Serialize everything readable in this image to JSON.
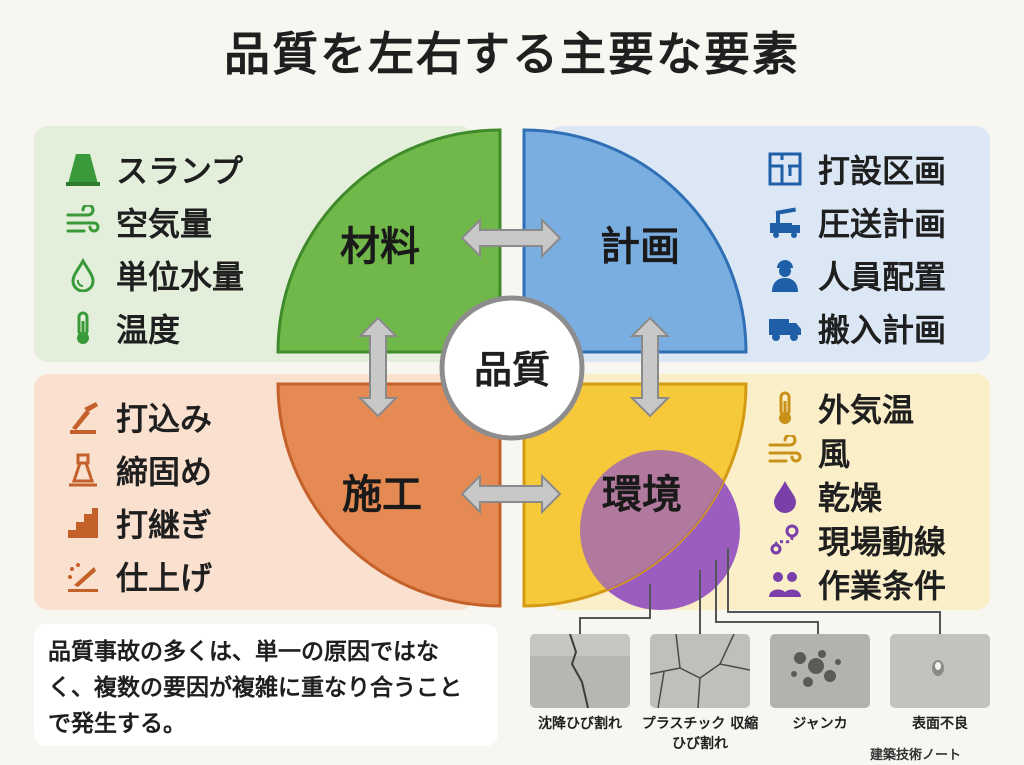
{
  "title": "品質を左右する主要な要素",
  "center": "品質",
  "quadrants": {
    "material": "材料",
    "plan": "計画",
    "construction": "施工",
    "environment": "環境"
  },
  "factors": {
    "material": [
      {
        "label": "スランプ",
        "icon": "slump-cone-icon"
      },
      {
        "label": "空気量",
        "icon": "air-flow-icon"
      },
      {
        "label": "単位水量",
        "icon": "water-drop-icon"
      },
      {
        "label": "温度",
        "icon": "thermometer-icon"
      }
    ],
    "plan": [
      {
        "label": "打設区画",
        "icon": "floor-plan-icon"
      },
      {
        "label": "圧送計画",
        "icon": "pump-truck-icon"
      },
      {
        "label": "人員配置",
        "icon": "worker-icon"
      },
      {
        "label": "搬入計画",
        "icon": "delivery-truck-icon"
      }
    ],
    "construction": [
      {
        "label": "打込み",
        "icon": "pouring-icon"
      },
      {
        "label": "締固め",
        "icon": "vibrator-icon"
      },
      {
        "label": "打継ぎ",
        "icon": "stairs-joint-icon"
      },
      {
        "label": "仕上げ",
        "icon": "trowel-icon"
      }
    ],
    "environment": [
      {
        "label": "外気温",
        "icon": "thermometer-icon"
      },
      {
        "label": "風",
        "icon": "wind-icon"
      },
      {
        "label": "乾燥",
        "icon": "drop-icon"
      },
      {
        "label": "現場動線",
        "icon": "route-icon"
      },
      {
        "label": "作業条件",
        "icon": "workers-group-icon"
      }
    ]
  },
  "note": "品質事故の多くは、単一の原因ではなく、複数の要因が複雑に重なり合うことで発生する。",
  "defects": [
    {
      "label": "沈降ひび割れ"
    },
    {
      "label": "プラスチック 収縮ひび割れ"
    },
    {
      "label": "ジャンカ"
    },
    {
      "label": "表面不良"
    }
  ],
  "credit": "建築技術ノート",
  "colors": {
    "material": "#71b84a",
    "plan": "#7aaee0",
    "construction": "#e58a52",
    "environment": "#f5c93a",
    "overlap": "#9b5dc0"
  }
}
